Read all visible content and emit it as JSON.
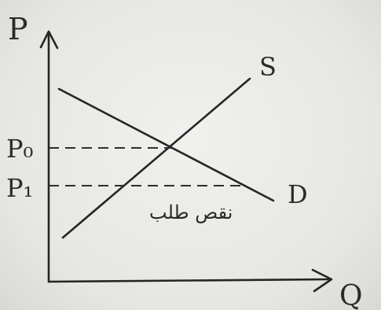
{
  "diagram": {
    "axes": {
      "y_label": "P",
      "x_label": "Q"
    },
    "curves": {
      "supply_label": "S",
      "demand_label": "D"
    },
    "price_levels": {
      "p0_label": "P₀",
      "p1_label": "P₁"
    },
    "annotation": "نقص طلب"
  }
}
